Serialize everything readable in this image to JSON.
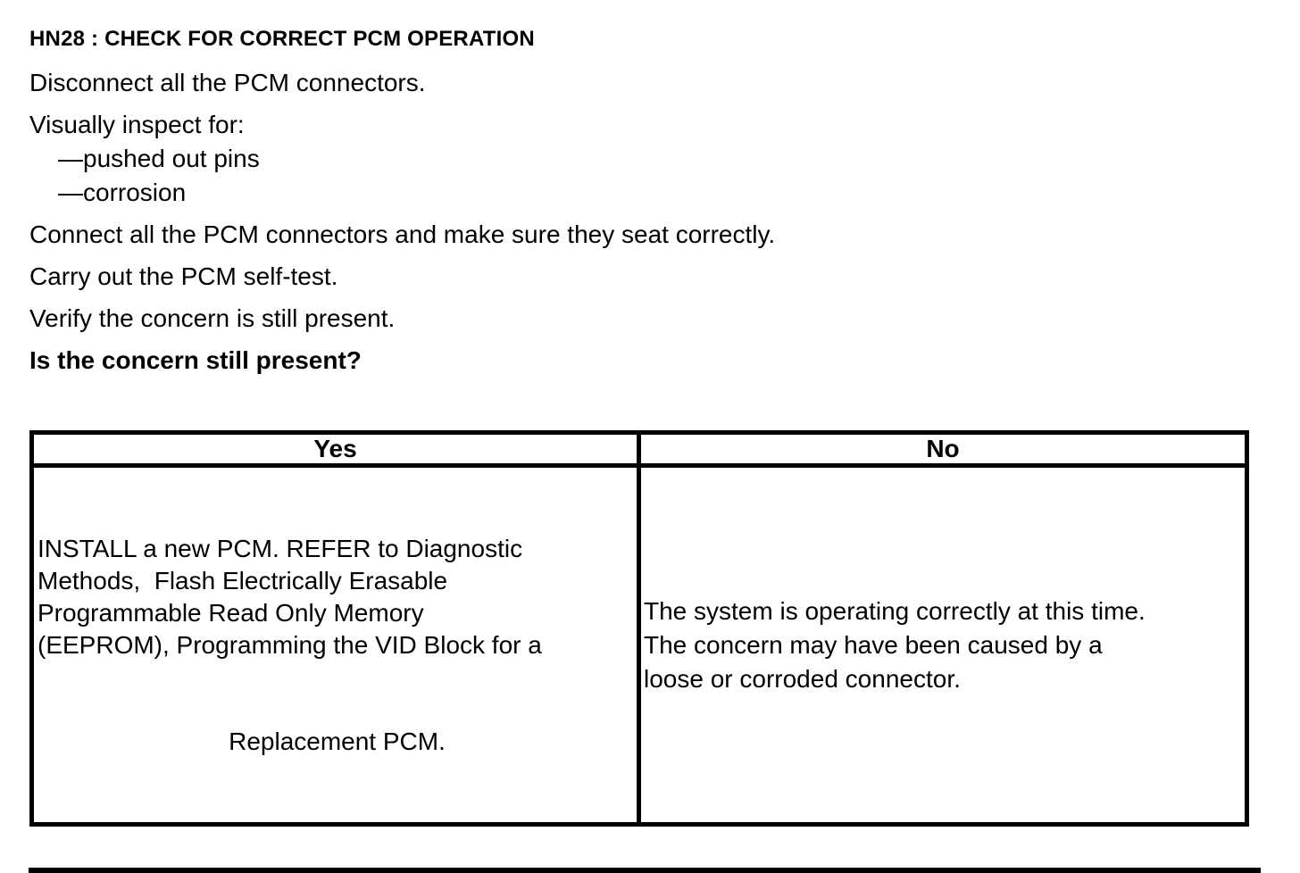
{
  "doc": {
    "heading": "HN28 : CHECK FOR CORRECT PCM OPERATION",
    "instructions": [
      "Disconnect all the PCM connectors.",
      "Visually inspect for:",
      "—pushed out pins",
      "—corrosion",
      "Connect all the PCM connectors and make sure they seat correctly.",
      "Carry out the PCM self-test.",
      "Verify the concern is still present.",
      "Is the concern still present?"
    ],
    "table": {
      "yes_header": "Yes",
      "no_header": "No",
      "yes_cell": {
        "lines": [
          "INSTALL a new PCM. REFER to Diagnostic",
          "Methods,  Flash Electrically Erasable",
          "Programmable Read Only Memory",
          "(EEPROM), Programming the VID Block for a"
        ],
        "last_line": "Replacement PCM."
      },
      "no_cell": {
        "lines": [
          "The system is operating correctly at this time.",
          "The concern may have been caused by a",
          "loose or corroded connector."
        ]
      }
    },
    "colors": {
      "text": "#000000",
      "background": "#ffffff",
      "border": "#000000"
    }
  }
}
